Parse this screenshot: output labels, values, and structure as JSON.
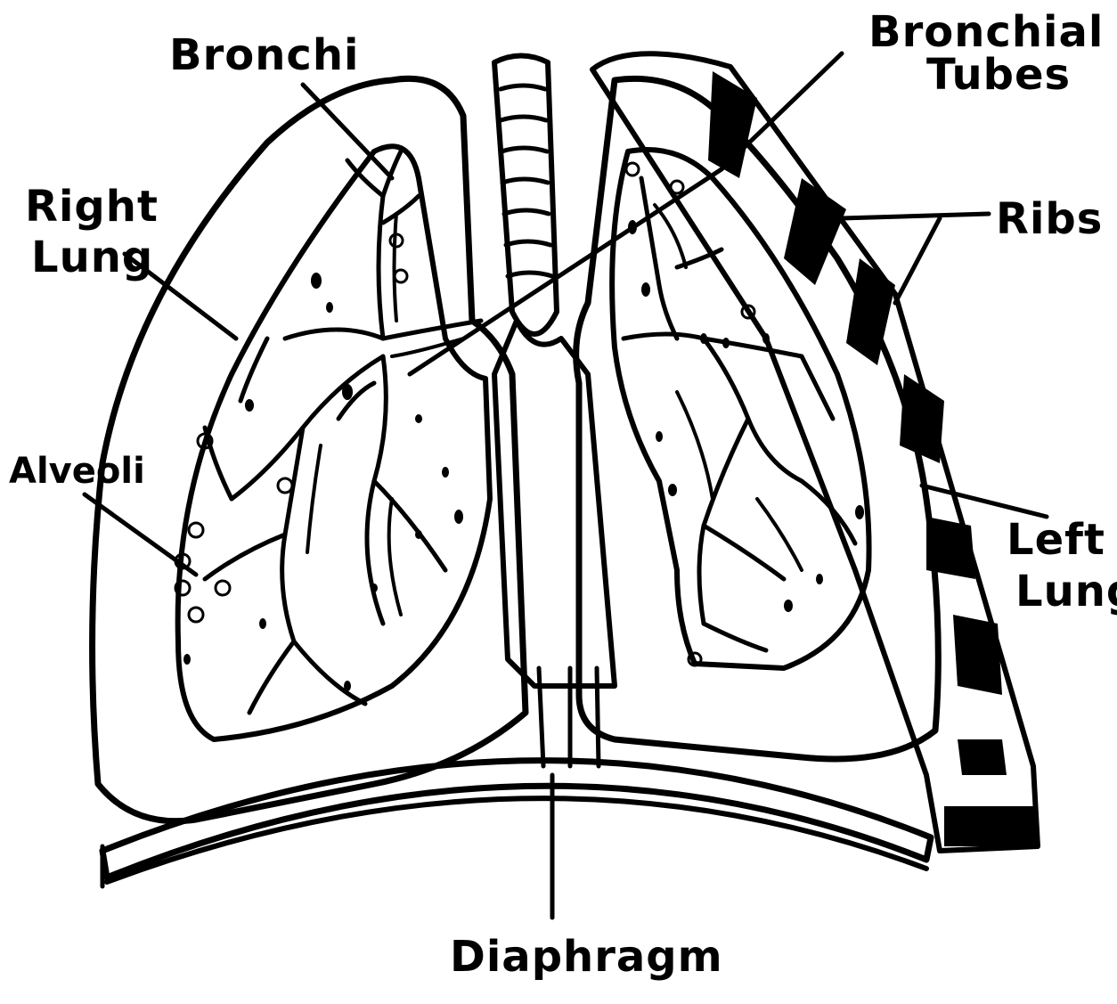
{
  "labels": {
    "bronchi": "Bronchi",
    "bronchial_tubes_line1": "Bronchial",
    "bronchial_tubes_line2": "Tubes",
    "right_lung_line1": "Right",
    "right_lung_line2": "Lung",
    "ribs": "Ribs",
    "alveoli": "Alveoli",
    "left_lung_line1": "Left",
    "left_lung_line2": "Lung",
    "diaphragm": "Diaphragm"
  },
  "colors": {
    "ink": "#000000",
    "paper": "#ffffff"
  }
}
